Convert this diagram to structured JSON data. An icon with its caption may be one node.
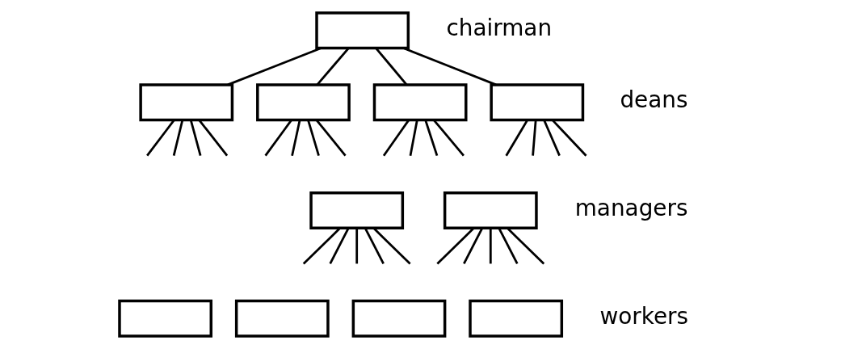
{
  "diagram": {
    "nodes": [
      {
        "text": [],
        "shape": "box",
        "beside": [
          "chairman"
        ]
      },
      {
        "text": [],
        "shape": "box"
      },
      {
        "text": [],
        "shape": "box"
      },
      {
        "text": [],
        "shape": "box"
      },
      {
        "text": [],
        "shape": "box",
        "beside": [
          "deans"
        ]
      },
      {
        "text": [],
        "shape": "box"
      },
      {
        "text": [],
        "shape": "box",
        "beside": [
          "managers"
        ]
      },
      {
        "text": [],
        "shape": "box"
      },
      {
        "text": [],
        "shape": "box"
      },
      {
        "text": [],
        "shape": "box"
      },
      {
        "text": [],
        "shape": "box",
        "beside": [
          "workers"
        ]
      }
    ],
    "edges": [
      {
        "from": 0,
        "to": 1,
        "arrow": "none"
      },
      {
        "from": 0,
        "to": 2,
        "arrow": "none"
      },
      {
        "from": 0,
        "to": 3,
        "arrow": "none"
      },
      {
        "from": 0,
        "to": 4,
        "arrow": "none"
      },
      {
        "from": 1,
        "to": null,
        "arrow": "none"
      },
      {
        "from": 1,
        "to": null,
        "arrow": "none"
      },
      {
        "from": 1,
        "to": null,
        "arrow": "none"
      },
      {
        "from": 1,
        "to": null,
        "arrow": "none"
      },
      {
        "from": 2,
        "to": null,
        "arrow": "none"
      },
      {
        "from": 2,
        "to": null,
        "arrow": "none"
      },
      {
        "from": 2,
        "to": null,
        "arrow": "none"
      },
      {
        "from": 2,
        "to": null,
        "arrow": "none"
      },
      {
        "from": 3,
        "to": null,
        "arrow": "none"
      },
      {
        "from": 3,
        "to": null,
        "arrow": "none"
      },
      {
        "from": 3,
        "to": null,
        "arrow": "none"
      },
      {
        "from": 3,
        "to": null,
        "arrow": "none"
      },
      {
        "from": 4,
        "to": null,
        "arrow": "none"
      },
      {
        "from": 4,
        "to": null,
        "arrow": "none"
      },
      {
        "from": 4,
        "to": null,
        "arrow": "none"
      },
      {
        "from": 4,
        "to": null,
        "arrow": "none"
      },
      {
        "from": 5,
        "to": null,
        "arrow": "none"
      },
      {
        "from": 5,
        "to": null,
        "arrow": "none"
      },
      {
        "from": 5,
        "to": null,
        "arrow": "none"
      },
      {
        "from": 5,
        "to": null,
        "arrow": "none"
      },
      {
        "from": 5,
        "to": null,
        "arrow": "none"
      },
      {
        "from": 6,
        "to": null,
        "arrow": "none"
      },
      {
        "from": 6,
        "to": null,
        "arrow": "none"
      },
      {
        "from": 6,
        "to": null,
        "arrow": "none"
      },
      {
        "from": 6,
        "to": null,
        "arrow": "none"
      },
      {
        "from": 6,
        "to": null,
        "arrow": "none"
      }
    ]
  }
}
